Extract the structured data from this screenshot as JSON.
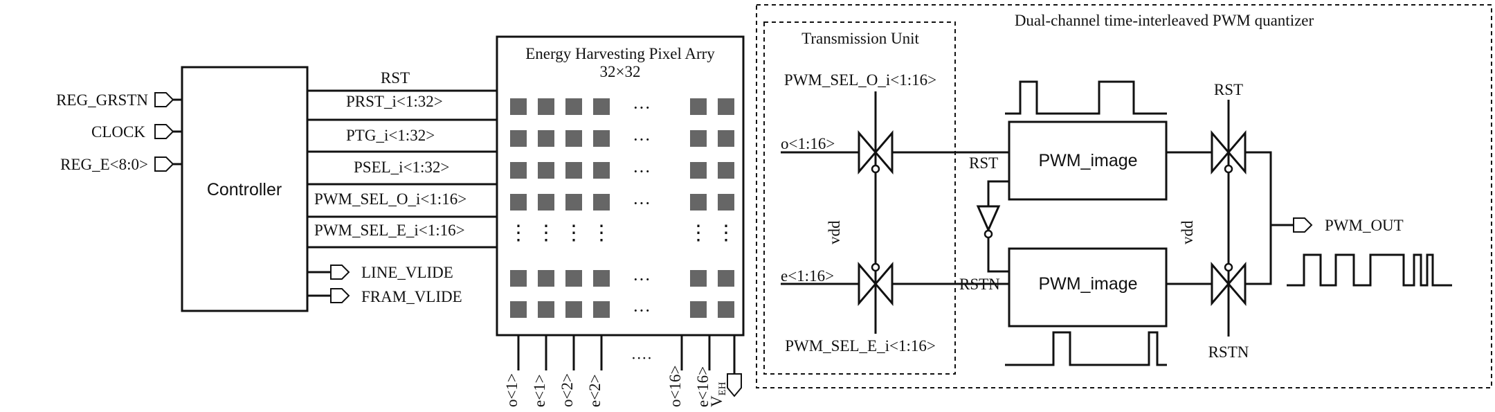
{
  "inputs": {
    "reg_grstn": "REG_GRSTN",
    "clock": "CLOCK",
    "reg_e": "REG_E<8:0>"
  },
  "controller": {
    "title": "Controller",
    "sig_rst": "RST",
    "sig_prst": "PRST_i<1:32>",
    "sig_ptg": "PTG_i<1:32>",
    "sig_psel": "PSEL_i<1:32>",
    "sig_pwm_o": "PWM_SEL_O_i<1:16>",
    "sig_pwm_e": "PWM_SEL_E_i<1:16>",
    "out_line": "LINE_VLIDE",
    "out_fram": "FRAM_VLIDE"
  },
  "pixel_array": {
    "title_line1": "Energy Harvesting Pixel Arry",
    "title_line2": "32×32",
    "ellipsis_h": "···",
    "ellipsis_v": "⋮",
    "col_o1": "o<1>",
    "col_e1": "e<1>",
    "col_o2": "o<2>",
    "col_e2": "e<2>",
    "col_dots": "····",
    "col_o16": "o<16>",
    "col_e16": "e<16>",
    "veh_main": "V",
    "veh_sub": "EH"
  },
  "transmission": {
    "title": "Transmission Unit",
    "sel_o": "PWM_SEL_O_i<1:16>",
    "sel_e": "PWM_SEL_E_i<1:16>",
    "in_o": "o<1:16>",
    "in_e": "e<1:16>",
    "vdd": "vdd"
  },
  "quantizer": {
    "title": "Dual-channel time-interleaved PWM quantizer",
    "rst_left": "RST",
    "rstn_left": "RSTN",
    "block_top": "PWM_image",
    "block_bottom": "PWM_image",
    "rst_right": "RST",
    "rstn_right": "RSTN",
    "vdd": "vdd",
    "output": "PWM_OUT"
  }
}
